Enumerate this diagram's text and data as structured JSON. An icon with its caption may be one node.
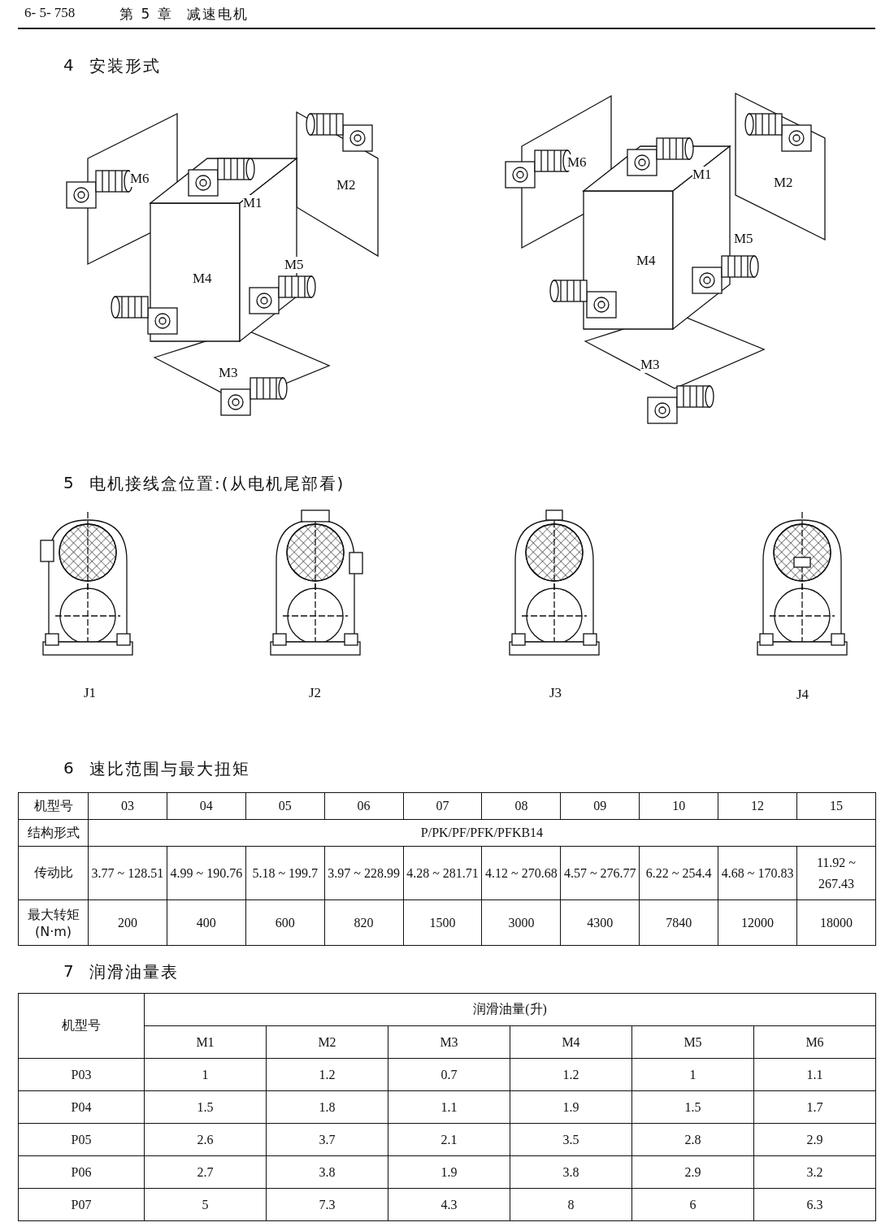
{
  "diagram": {
    "labels": [
      "6- 5- 758",
      "第 5 章",
      "减速电机",
      "4",
      "安装形式",
      "M6",
      "M1",
      "M2",
      "M4",
      "M5",
      "M3",
      "M6",
      "M1",
      "M2",
      "M5",
      "M4",
      "M3",
      "5",
      "电机接线盒位置:(从电机尾部看)",
      "J1",
      "J2",
      "J3",
      "J4",
      "6",
      "速比范围与最大扭矩",
      "机型号",
      "03",
      "04",
      "05",
      "06",
      "07",
      "08",
      "09",
      "10",
      "12",
      "15",
      "结构形式",
      "P/PK/PF/PFK/PFKB14",
      "传动比",
      "3.77 ~ 128.51",
      "4.99 ~ 190.76",
      "5.18 ~ 199.7",
      "3.97 ~ 228.99",
      "4.28 ~ 281.71",
      "4.12 ~ 270.68",
      "4.57 ~ 276.77",
      "6.22 ~ 254.4",
      "4.68 ~ 170.83",
      "11.92 ~ 267.43",
      "最大转矩 (N·m)",
      "200",
      "400",
      "600",
      "820",
      "1500",
      "3000",
      "4300",
      "7840",
      "12000",
      "18000",
      "7",
      "润滑油量表",
      "机型号",
      "润滑油量(升)",
      "M1",
      "M2",
      "M3",
      "M4",
      "M5",
      "M6",
      "P03",
      "1",
      "1.2",
      "0.7",
      "1.2",
      "1",
      "1.1",
      "P04",
      "1.5",
      "1.8",
      "1.1",
      "1.9",
      "1.5",
      "1.7",
      "P05",
      "2.6",
      "3.7",
      "2.1",
      "3.5",
      "2.8",
      "2.9",
      "P06",
      "2.7",
      "3.8",
      "1.9",
      "3.8",
      "2.9",
      "3.2",
      "P07",
      "5",
      "7.3",
      "4.3",
      "8",
      "6",
      "6.3"
    ]
  }
}
